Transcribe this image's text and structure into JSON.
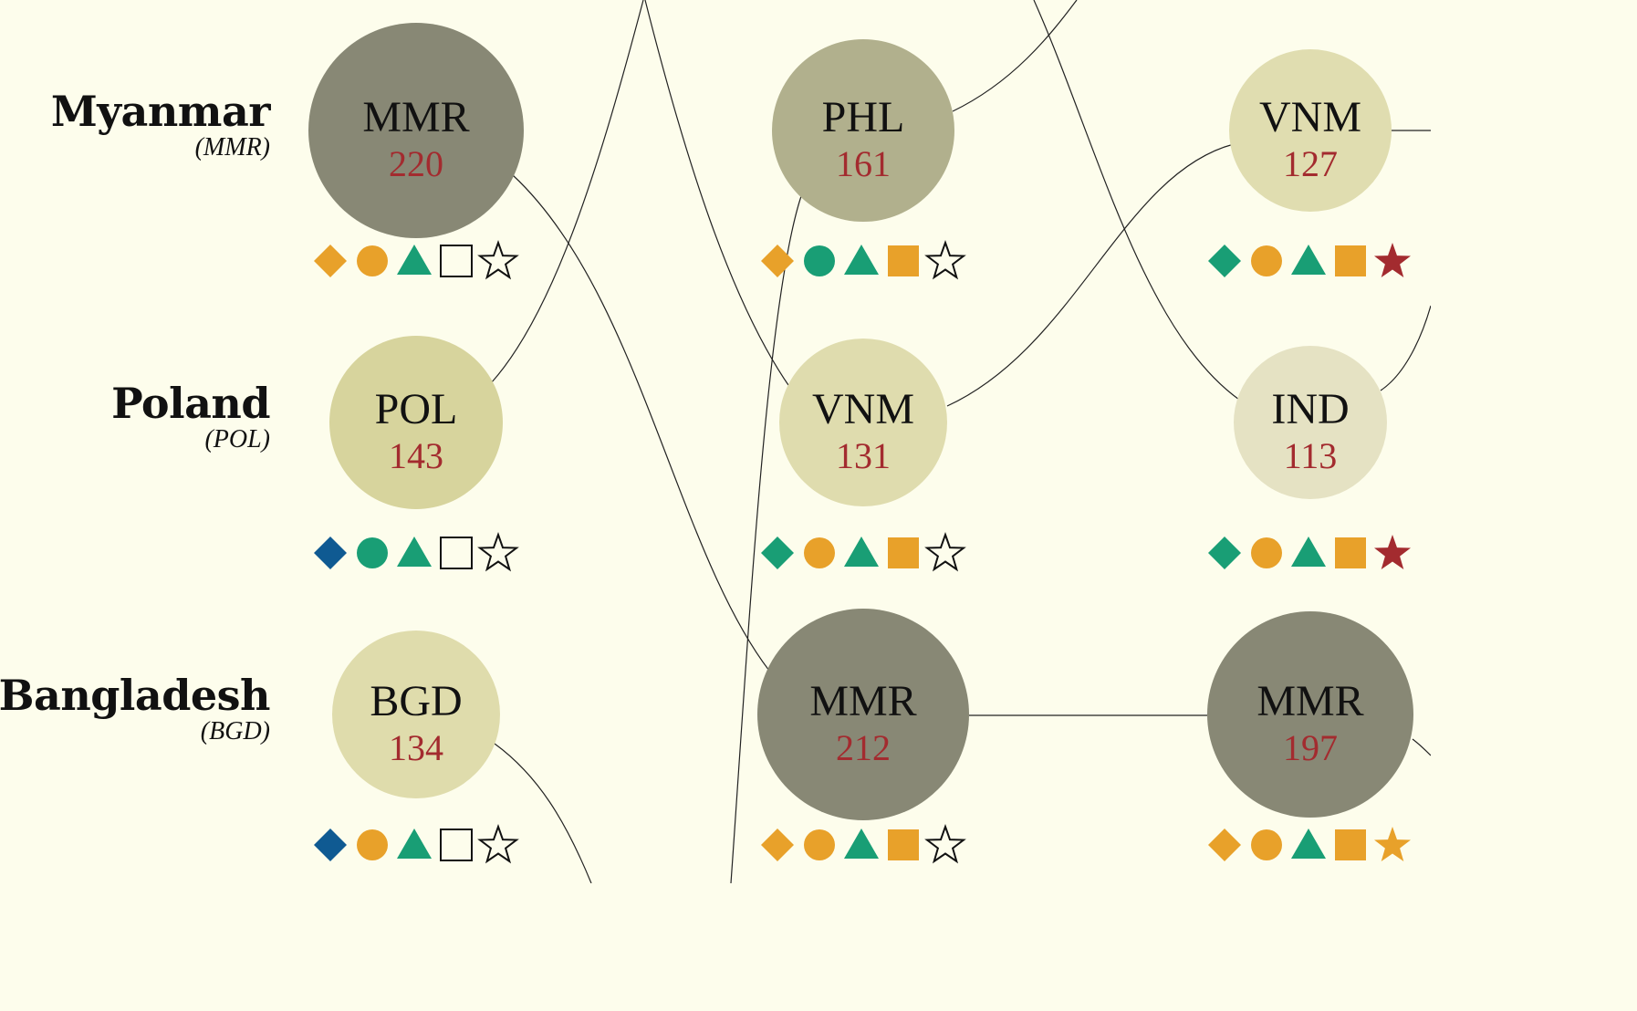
{
  "colors": {
    "background": "#fdfdec",
    "orange": "#e8a12a",
    "green": "#199e75",
    "blue": "#0f5a92",
    "red": "#a32b2f",
    "number": "#a32b2f",
    "outline": "#111111"
  },
  "countries": [
    {
      "name": "Myanmar",
      "code": "(MMR)"
    },
    {
      "name": "Poland",
      "code": "(POL)"
    },
    {
      "name": "Bangladesh",
      "code": "(BGD)"
    }
  ],
  "columns": [
    {
      "nodes": [
        {
          "code": "MMR",
          "value": "220",
          "fill": "#888875",
          "symbols": [
            "orange",
            "orange",
            "green",
            "open",
            "open"
          ]
        },
        {
          "code": "POL",
          "value": "143",
          "fill": "#d7d49d",
          "symbols": [
            "blue",
            "green",
            "green",
            "open",
            "open"
          ]
        },
        {
          "code": "BGD",
          "value": "134",
          "fill": "#dfdcac",
          "symbols": [
            "blue",
            "orange",
            "green",
            "open",
            "open"
          ]
        }
      ]
    },
    {
      "nodes": [
        {
          "code": "PHL",
          "value": "161",
          "fill": "#b1b08d",
          "symbols": [
            "orange",
            "green",
            "green",
            "orange",
            "open"
          ]
        },
        {
          "code": "VNM",
          "value": "131",
          "fill": "#dfdcae",
          "symbols": [
            "green",
            "orange",
            "green",
            "orange",
            "open"
          ]
        },
        {
          "code": "MMR",
          "value": "212",
          "fill": "#888875",
          "symbols": [
            "orange",
            "orange",
            "green",
            "orange",
            "open"
          ]
        }
      ]
    },
    {
      "nodes": [
        {
          "code": "VNM",
          "value": "127",
          "fill": "#e0ddb0",
          "symbols": [
            "green",
            "orange",
            "green",
            "orange",
            "red"
          ]
        },
        {
          "code": "IND",
          "value": "113",
          "fill": "#e5e2c3",
          "symbols": [
            "green",
            "orange",
            "green",
            "orange",
            "red"
          ]
        },
        {
          "code": "MMR",
          "value": "197",
          "fill": "#888875",
          "symbols": [
            "orange",
            "orange",
            "green",
            "orange",
            "orange"
          ]
        }
      ]
    }
  ]
}
